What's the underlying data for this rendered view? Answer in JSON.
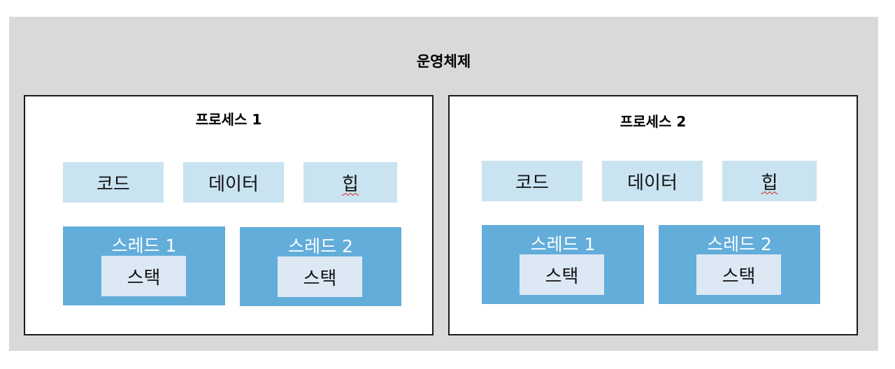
{
  "os": {
    "label": "운영체제"
  },
  "processes": [
    {
      "title": "프로세스 1",
      "segments": {
        "code": "코드",
        "data": "데이터",
        "heap": "힙"
      },
      "threads": [
        {
          "title": "스레드 1",
          "stack": "스택"
        },
        {
          "title": "스레드 2",
          "stack": "스택"
        }
      ]
    },
    {
      "title": "프로세스 2",
      "segments": {
        "code": "코드",
        "data": "데이터",
        "heap": "힙"
      },
      "threads": [
        {
          "title": "스레드 1",
          "stack": "스택"
        },
        {
          "title": "스레드 2",
          "stack": "스택"
        }
      ]
    }
  ],
  "colors": {
    "os_background": "#d9d9d9",
    "segment_fill": "#c9e3f1",
    "thread_fill": "#63addb",
    "stack_fill": "#dde8f5"
  }
}
